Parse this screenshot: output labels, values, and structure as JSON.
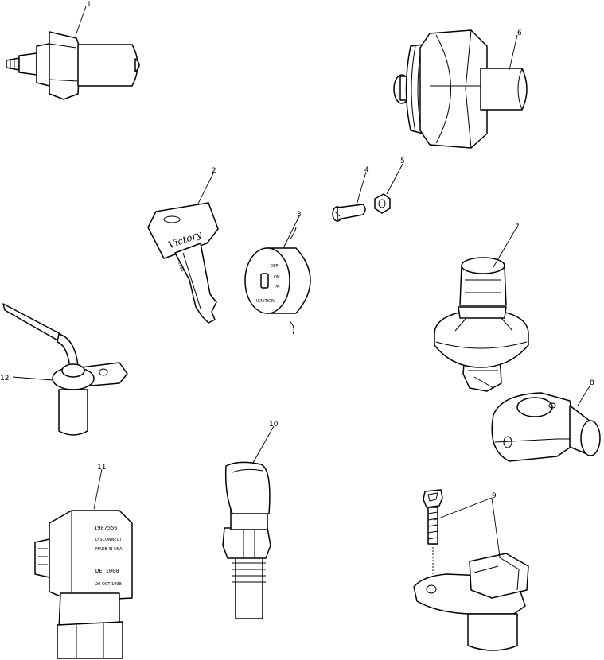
{
  "callouts": [
    {
      "id": "c1",
      "label": "1"
    },
    {
      "id": "c2",
      "label": "2"
    },
    {
      "id": "c3",
      "label": "3"
    },
    {
      "id": "c4",
      "label": "4"
    },
    {
      "id": "c5",
      "label": "5"
    },
    {
      "id": "c6",
      "label": "6"
    },
    {
      "id": "c7",
      "label": "7"
    },
    {
      "id": "c8",
      "label": "8"
    },
    {
      "id": "c9",
      "label": "9"
    },
    {
      "id": "c10",
      "label": "10"
    },
    {
      "id": "c11",
      "label": "11"
    },
    {
      "id": "c12",
      "label": "12"
    }
  ],
  "key_logo": "Victory",
  "key_number": "1234",
  "switch_positions": {
    "off": "OFF",
    "on": "ON",
    "pk": "PK",
    "ignition": "IGNITION"
  },
  "sensor11_part_number": "1907556",
  "sensor11_lines": [
    "DISCONNECT",
    "MADE IN USA",
    "DE 1000",
    "20 OCT 1998"
  ]
}
